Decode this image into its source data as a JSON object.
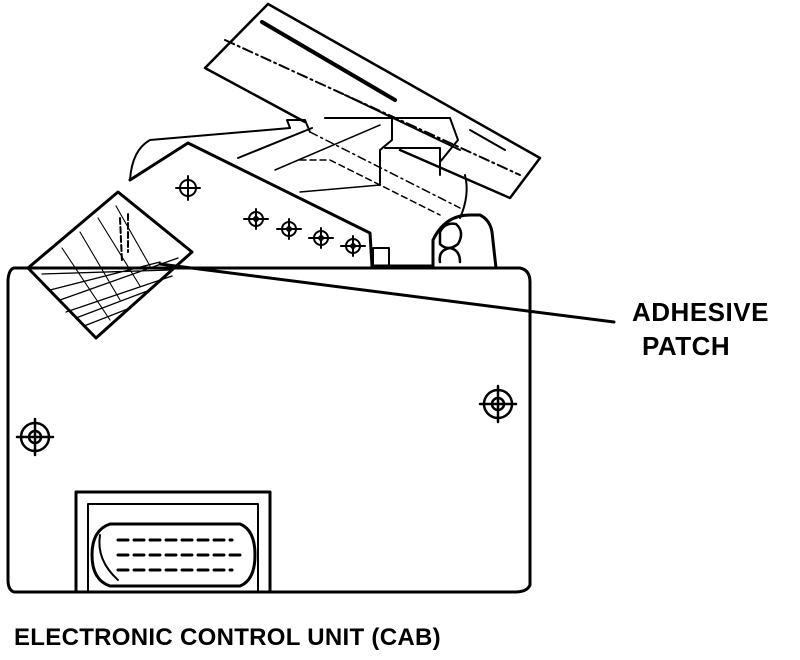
{
  "callout": {
    "line1": "ADHESIVE",
    "line2": "PATCH"
  },
  "caption": "ELECTRONIC CONTROL UNIT (CAB)",
  "colors": {
    "ink": "#000000",
    "paper": "#ffffff"
  }
}
